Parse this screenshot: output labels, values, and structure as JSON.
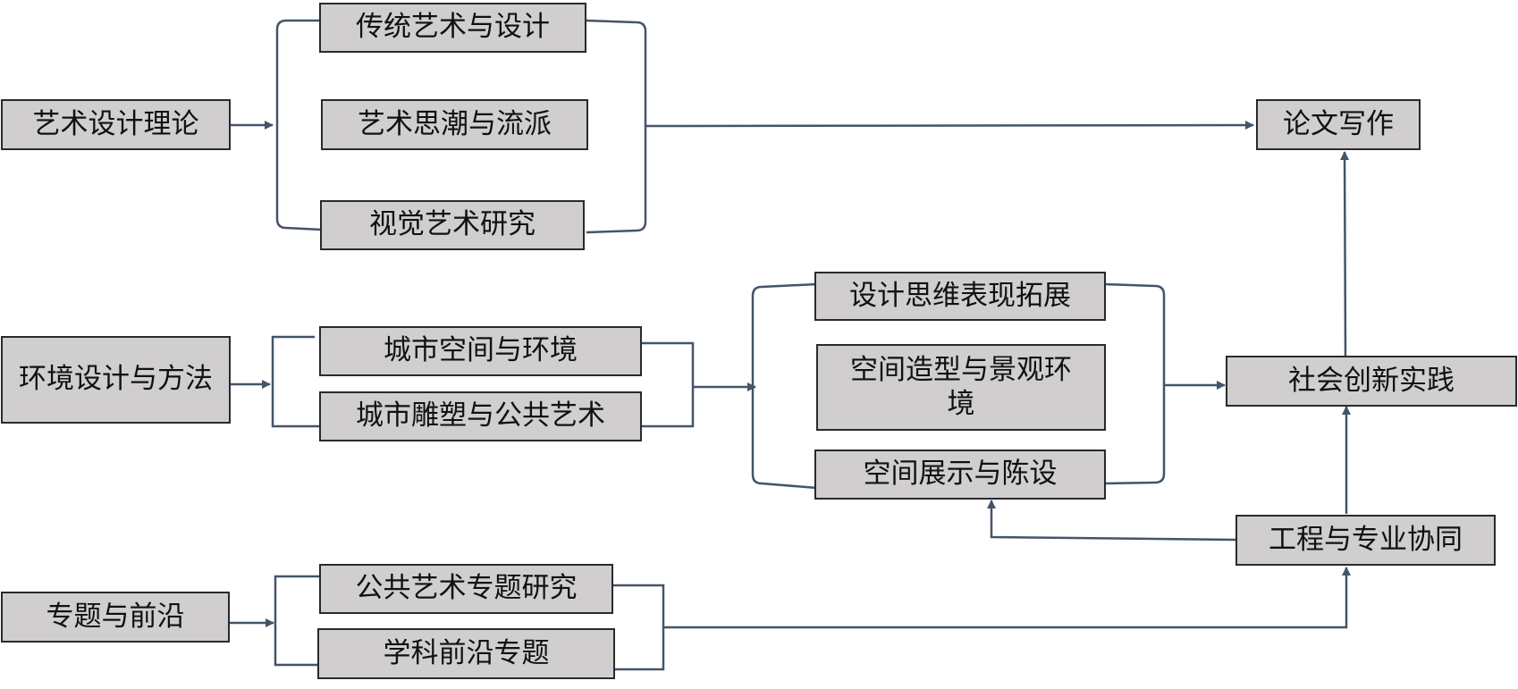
{
  "diagram": {
    "colors": {
      "box_fill": "#d0cece",
      "box_border": "#2a2a2a",
      "connector": "#44546a"
    },
    "nodes": {
      "art_theory": "艺术设计理论",
      "traditional_art": "传统艺术与设计",
      "art_trends": "艺术思潮与流派",
      "visual_art": "视觉艺术研究",
      "thesis": "论文写作",
      "env_design": "环境设计与方法",
      "urban_space": "城市空间与环境",
      "urban_sculpture": "城市雕塑与公共艺术",
      "design_thinking": "设计思维表现拓展",
      "spatial_landscape": "空间造型与景观环境",
      "space_display": "空间展示与陈设",
      "social_practice": "社会创新实践",
      "engineering": "工程与专业协同",
      "topics_frontier": "专题与前沿",
      "public_art_topics": "公共艺术专题研究",
      "discipline_frontier": "学科前沿专题"
    }
  }
}
